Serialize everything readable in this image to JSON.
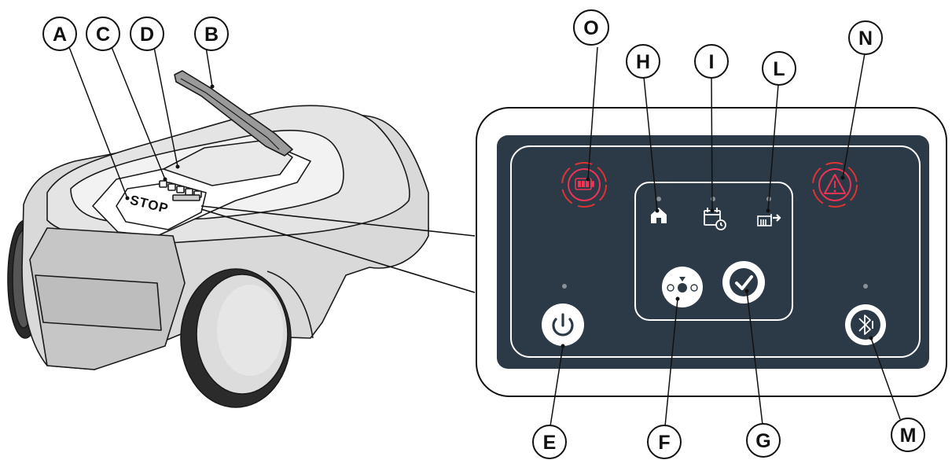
{
  "figure": {
    "robot": {
      "stop_label": "STOP"
    },
    "callouts": {
      "A": "A",
      "B": "B",
      "C": "C",
      "D": "D",
      "E": "E",
      "F": "F",
      "G": "G",
      "H": "H",
      "I": "I",
      "L": "L",
      "M": "M",
      "N": "N",
      "O": "O"
    },
    "panel": {
      "buttons": [
        {
          "id": "E",
          "icon": "power-icon"
        },
        {
          "id": "F",
          "icon": "blade-height-icon"
        },
        {
          "id": "G",
          "icon": "check-icon"
        },
        {
          "id": "M",
          "icon": "bluetooth-icon"
        }
      ],
      "indicators": [
        {
          "id": "H",
          "icon": "home-icon"
        },
        {
          "id": "I",
          "icon": "calendar-clock-icon"
        },
        {
          "id": "L",
          "icon": "lawn-exit-icon"
        },
        {
          "id": "N",
          "icon": "warning-triangle-icon"
        },
        {
          "id": "O",
          "icon": "battery-icon"
        }
      ],
      "colors": {
        "panel_bg": "#2c3a47",
        "panel_line": "#ffffff",
        "mower_body": "#d7d7d7",
        "mower_dark": "#303030"
      }
    }
  }
}
